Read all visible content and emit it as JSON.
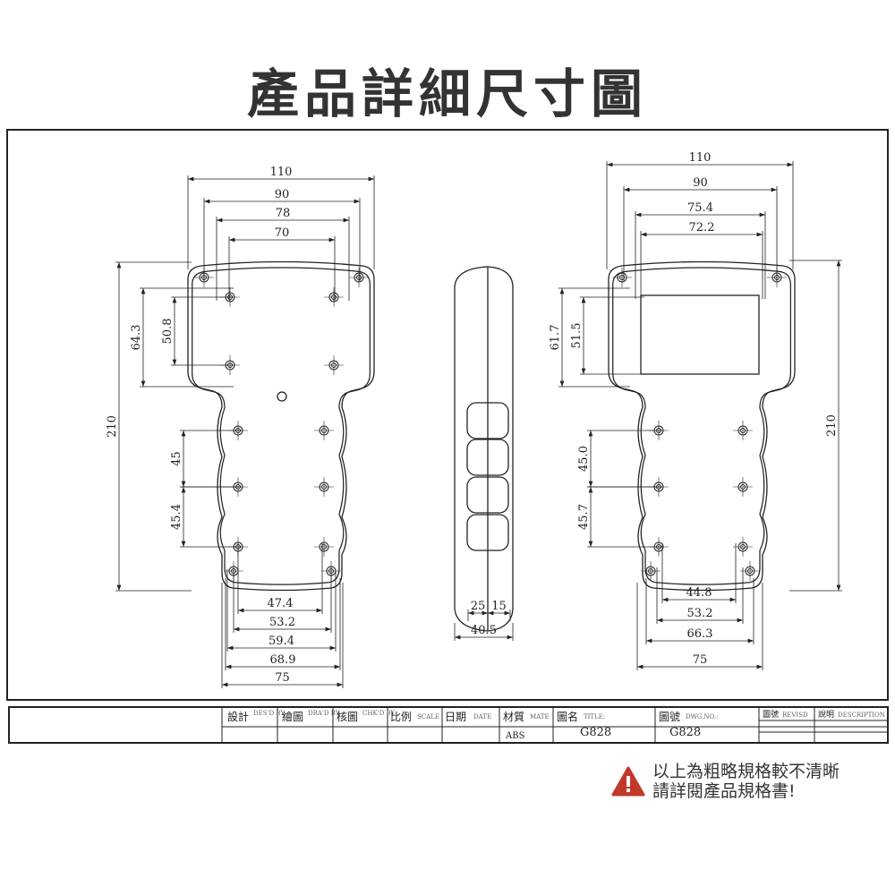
{
  "title": "產品詳細尺寸圖",
  "front_view": {
    "dims": {
      "w110": "110",
      "w90": "90",
      "w78": "78",
      "w70": "70",
      "h210": "210",
      "h64_3": "64.3",
      "h50_8": "50.8",
      "h45": "45",
      "h45_4": "45.4",
      "b47_4": "47.4",
      "b53_2": "53.2",
      "b59_4": "59.4",
      "b68_9": "68.9",
      "b75": "75"
    }
  },
  "side_view": {
    "dims": {
      "d25": "25",
      "d15": "15",
      "d40_5": "40.5"
    }
  },
  "back_view": {
    "dims": {
      "w110": "110",
      "w90": "90",
      "w75_4": "75.4",
      "w72_2": "72.2",
      "h210": "210",
      "h61_7": "61.7",
      "h51_5": "51.5",
      "h45_0": "45.0",
      "h45_7": "45.7",
      "b44_8": "44.8",
      "b53_2": "53.2",
      "b66_3": "66.3",
      "b75": "75"
    }
  },
  "title_block": {
    "designed": "設計",
    "designed_en": "DES'D BY",
    "drawn": "繪圖",
    "drawn_en": "DRA'D BY",
    "checked": "核圖",
    "checked_en": "CHK'D BY",
    "scale": "比例",
    "scale_en": "SCALE",
    "date": "日期",
    "date_en": "DATE",
    "material": "材質",
    "material_en": "MATE",
    "material_value": "ABS",
    "drawing_title": "圖名",
    "drawing_title_en": "TITLE:",
    "title_value": "G828",
    "dwg_no": "圖號",
    "dwg_no_en": "DWG.NO.:",
    "dwg_no_value": "G828",
    "revised": "圖號",
    "revised_en": "REVISD",
    "description": "說明",
    "description_en": "DESCRIPTION"
  },
  "warning": {
    "icon": "warning-triangle-icon",
    "color": "#c0392b",
    "line1": "以上為粗略規格較不清晰",
    "line2": "請詳閱產品規格書!"
  }
}
